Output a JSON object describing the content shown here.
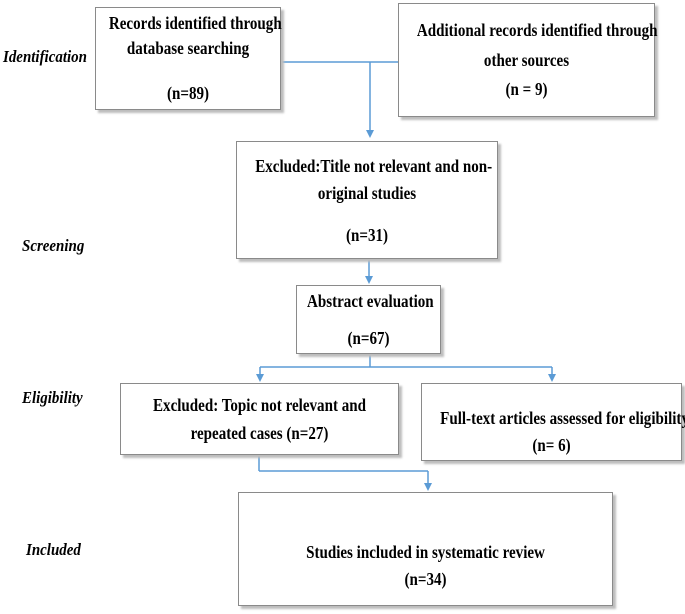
{
  "stages": {
    "identification": "Identification",
    "screening": "Screening",
    "eligibility": "Eligibility",
    "included": "Included"
  },
  "boxes": {
    "database_records": {
      "line1": "Records identified through",
      "line2": "database searching",
      "count": "(n=89)"
    },
    "other_sources": {
      "line1": "Additional records identified through",
      "line2": "other sources",
      "count": "(n = 9)"
    },
    "title_excluded": {
      "line1": "Excluded:Title not relevant and non-",
      "line2": "original studies",
      "count": "(n=31)"
    },
    "abstract_evaluation": {
      "line1": "Abstract evaluation",
      "count": "(n=67)"
    },
    "topic_excluded": {
      "line1": "Excluded: Topic not relevant and",
      "line2": "repeated cases  (n=27)"
    },
    "full_text_assessed": {
      "line1": "Full-text articles assessed for eligibility",
      "count": "(n= 6)"
    },
    "studies_included": {
      "line1": "Studies included in systematic review",
      "count": "(n=34)"
    }
  },
  "colors": {
    "arrow": "#5b9bd5",
    "border": "#8a8a8a",
    "shadow": "#bdbdbd"
  }
}
